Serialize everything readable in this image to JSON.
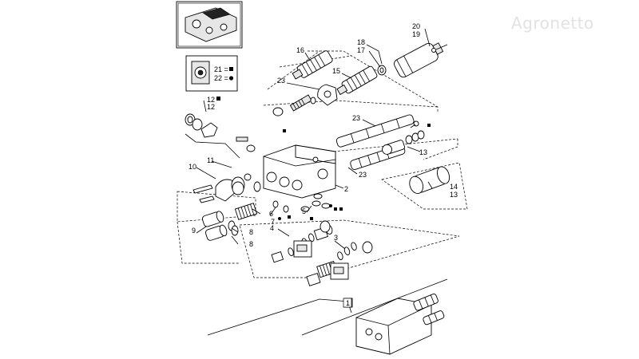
{
  "watermark": "Agronetto",
  "legend": {
    "items": [
      {
        "label": "21 =",
        "symbol": "square"
      },
      {
        "label": "22 =",
        "symbol": "dot"
      }
    ]
  },
  "callouts": [
    {
      "id": "c1",
      "text": "1"
    },
    {
      "id": "c2",
      "text": "2"
    },
    {
      "id": "c3",
      "text": "3"
    },
    {
      "id": "c4",
      "text": "4"
    },
    {
      "id": "c5",
      "text": "5"
    },
    {
      "id": "c6",
      "text": "6"
    },
    {
      "id": "c7",
      "text": "7"
    },
    {
      "id": "c8a",
      "text": "8"
    },
    {
      "id": "c8b",
      "text": "8"
    },
    {
      "id": "c9",
      "text": "9"
    },
    {
      "id": "c10",
      "text": "10"
    },
    {
      "id": "c11",
      "text": "11"
    },
    {
      "id": "c12a",
      "text": "12"
    },
    {
      "id": "c12b",
      "text": "12"
    },
    {
      "id": "c13a",
      "text": "13"
    },
    {
      "id": "c13b",
      "text": "13"
    },
    {
      "id": "c14",
      "text": "14"
    },
    {
      "id": "c15",
      "text": "15"
    },
    {
      "id": "c16",
      "text": "16"
    },
    {
      "id": "c17",
      "text": "17"
    },
    {
      "id": "c18",
      "text": "18"
    },
    {
      "id": "c19",
      "text": "19"
    },
    {
      "id": "c20",
      "text": "20"
    },
    {
      "id": "c23a",
      "text": "23"
    },
    {
      "id": "c23b",
      "text": "23"
    },
    {
      "id": "c23c",
      "text": "23"
    }
  ]
}
